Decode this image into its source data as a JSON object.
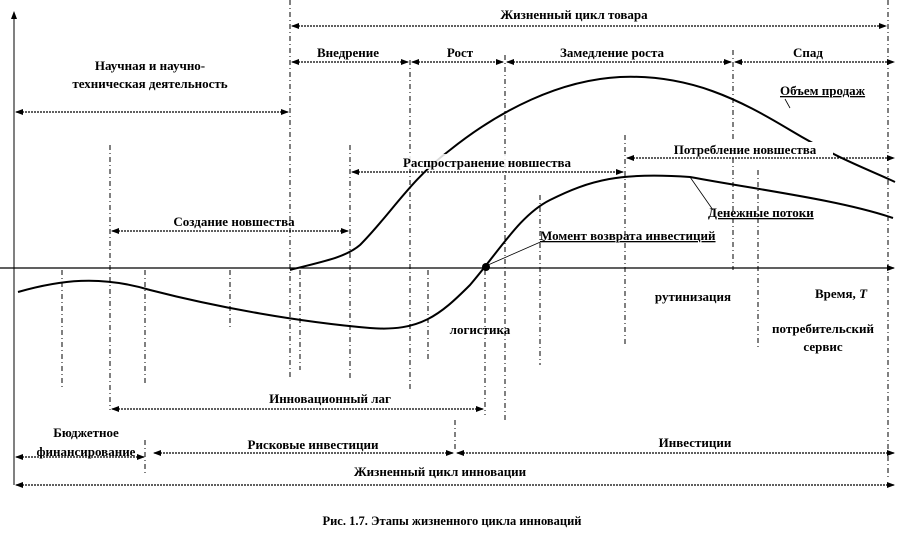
{
  "diagram": {
    "product_life_cycle": "Жизненный цикл товара",
    "research": [
      "Научная и научно-",
      "техническая деятельность"
    ],
    "stages": [
      "Внедрение",
      "Рост",
      "Замедление роста",
      "Спад"
    ],
    "sales_volume": "Объем продаж",
    "diffusion": "Распространение новшества",
    "consumption": "Потребление новшества",
    "creation": "Создание новшества",
    "cash_flows": "Денежные потоки",
    "payback_moment": "Момент возврата инвестиций",
    "routinization": "рутинизация",
    "time_axis": "Время, ",
    "time_symbol": "T",
    "logistics": "логистика",
    "consumer_service": [
      "потребительский",
      "сервис"
    ],
    "innovation_lag": "Инновационный лаг",
    "budget_funding": [
      "Бюджетное",
      "финансирование"
    ],
    "risk_investment": "Рисковые инвестиции",
    "investment": "Инвестиции",
    "innovation_life_cycle": "Жизненный цикл инновации"
  },
  "caption": "Рис. 1.7. Этапы жизненного цикла инноваций"
}
